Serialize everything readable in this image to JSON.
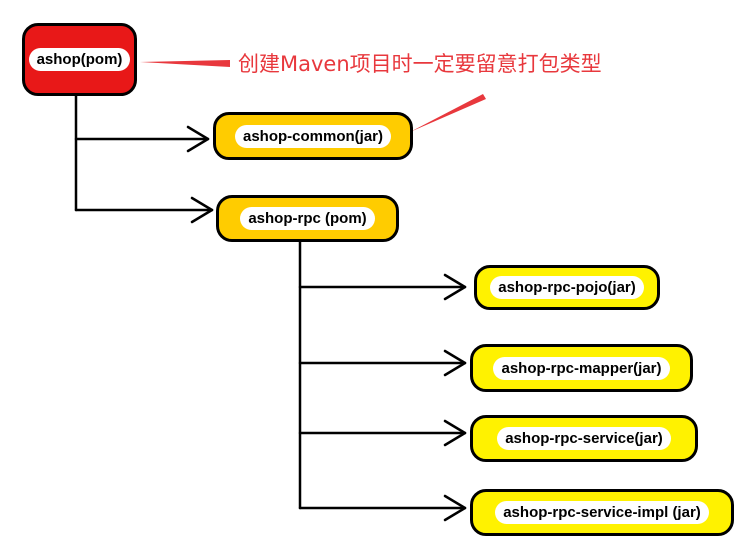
{
  "nodes": {
    "root": "ashop(pom)",
    "common": "ashop-common(jar)",
    "rpc": "ashop-rpc (pom)",
    "pojo": "ashop-rpc-pojo(jar)",
    "mapper": "ashop-rpc-mapper(jar)",
    "service": "ashop-rpc-service(jar)",
    "service_impl": "ashop-rpc-service-impl (jar)"
  },
  "annotation": "创建Maven项目时一定要留意打包类型",
  "colors": {
    "root_fill": "#e81818",
    "child_fill": "#ffcc00",
    "leaf_fill": "#fff200",
    "annotation_text": "#e8383d",
    "annotation_arrow": "#e8383d",
    "connector": "#000000"
  }
}
